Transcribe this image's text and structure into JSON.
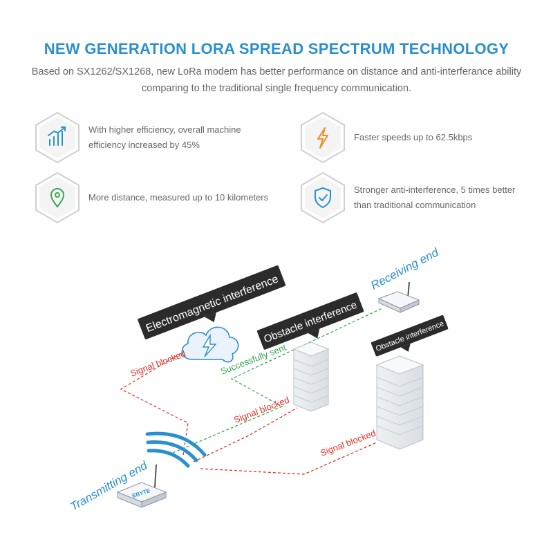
{
  "header": {
    "title": "NEW GENERATION LORA SPREAD SPECTRUM TECHNOLOGY",
    "subtitle": "Based on SX1262/SX1268, new LoRa modem has better performance on distance and anti-interferance ability comparing to the traditional single frequency communication."
  },
  "features": [
    {
      "icon": "efficiency-chart-icon",
      "text": "With higher efficiency, overall machine efficiency increased by 45%"
    },
    {
      "icon": "lightning-bolt-icon",
      "text": "Faster speeds up to 62.5kbps"
    },
    {
      "icon": "location-pin-icon",
      "text": "More distance, measured up to 10 kilometers"
    },
    {
      "icon": "shield-check-icon",
      "text": "Stronger anti-interference, 5 times better than traditional communication"
    }
  ],
  "diagram": {
    "electromagnetic_label": "Electromagnetic interference",
    "obstacle_label_1": "Obstacle interference",
    "obstacle_label_2": "Obstacle interference",
    "receiving_end": "Receiving end",
    "transmitting_end": "Transmitting end",
    "signal_blocked_1": "Signal blocked",
    "signal_blocked_2": "Signal blocked",
    "signal_blocked_3": "Signal blocked",
    "successfully_sent": "Successfully sent",
    "device_brand": "EBYTE"
  },
  "colors": {
    "accent": "#2a8fd1",
    "blocked": "#e0322a",
    "success": "#2fa84a",
    "label_bg": "#2b2b2b"
  }
}
